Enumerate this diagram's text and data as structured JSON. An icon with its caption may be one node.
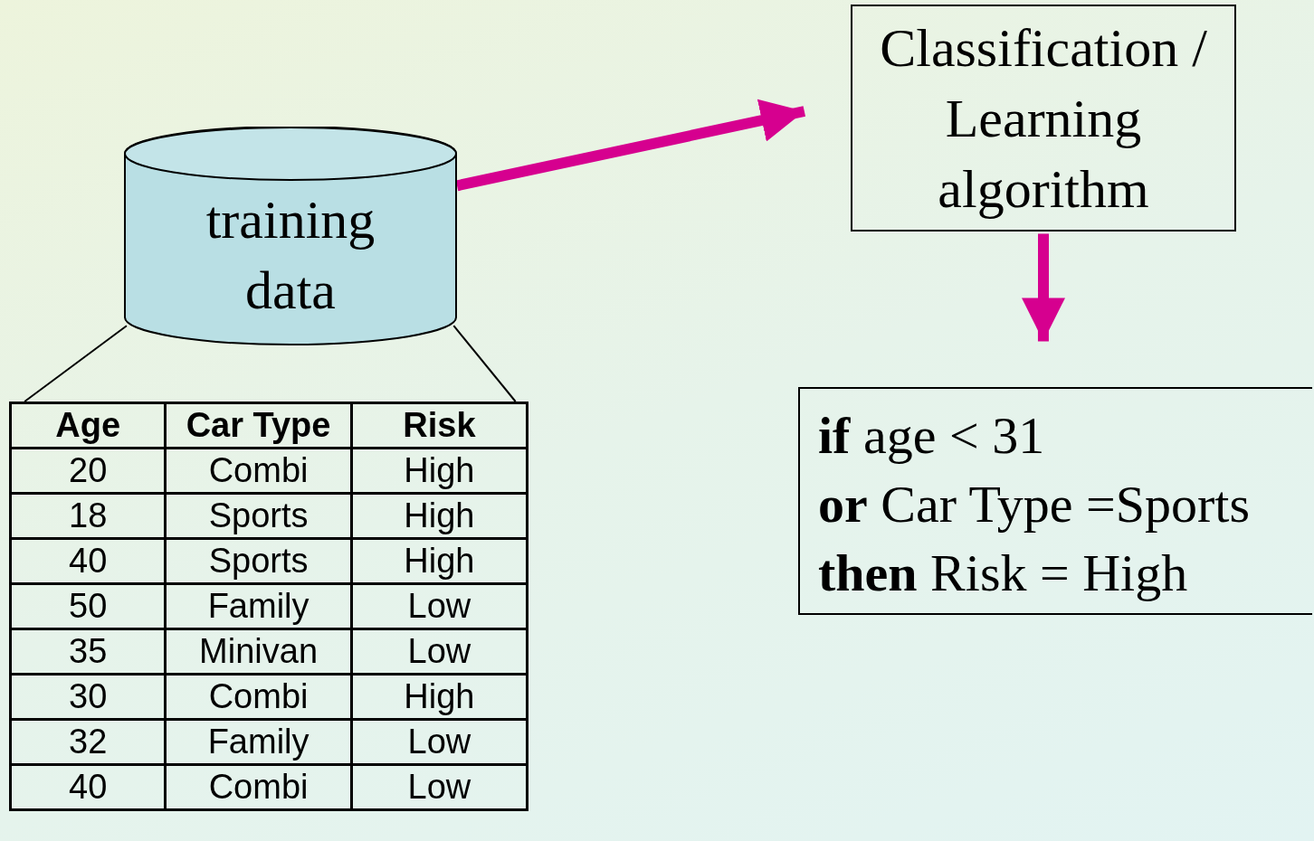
{
  "diagram": {
    "nodes": [
      {
        "text": [
          "training data"
        ]
      },
      {
        "text": [
          "Classification / Learning algorithm"
        ]
      },
      {
        "text": [
          "**if** age < 31",
          "**or** Car Type =Sports",
          "**then** Risk = High"
        ]
      },
      {
        "text": [],
        "shape": "box"
      }
    ],
    "edges": [
      {
        "from": 0,
        "to": 1,
        "arrow": "to",
        "style": "thick",
        "color": "#d6008f"
      },
      {
        "from": 1,
        "to": 2,
        "arrow": "to",
        "style": "thick",
        "color": "#d6008f"
      },
      {
        "from": 0,
        "to": 3,
        "arrow": "none",
        "color": "#000000"
      },
      {
        "from": 0,
        "to": 3,
        "arrow": "none",
        "color": "#000000"
      }
    ],
    "labels": [
      "Age",
      "Car Type",
      "Risk",
      "20",
      "Combi",
      "High",
      "18",
      "Sports",
      "High",
      "40",
      "Sports",
      "High",
      "50",
      "Family",
      "Low",
      "35",
      "Minivan",
      "Low",
      "30",
      "Combi",
      "High",
      "32",
      "Family",
      "Low",
      "40",
      "Combi",
      "Low"
    ]
  }
}
